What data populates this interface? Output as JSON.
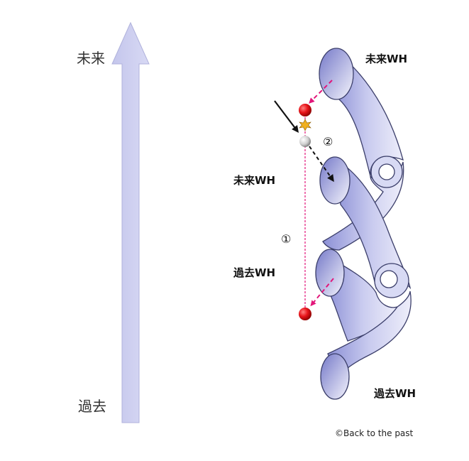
{
  "timeline": {
    "future_label": "未来",
    "past_label": "過去"
  },
  "labels": {
    "future_wh_top": "未来WH",
    "future_wh_mid": "未来WH",
    "past_wh_mid": "過去WH",
    "past_wh_bottom": "過去WH",
    "path_one": "①",
    "path_two": "②"
  },
  "credit": "©Back to the past",
  "colors": {
    "axis_arrow": "#c8c9ee",
    "tube_fill": "#bcbfe8",
    "tube_stroke": "#3b3e6a",
    "ball_red": "#e8141a",
    "ball_gray": "#c8c8c8",
    "pink_dash": "#e2167a",
    "spark": "#f0b020"
  }
}
